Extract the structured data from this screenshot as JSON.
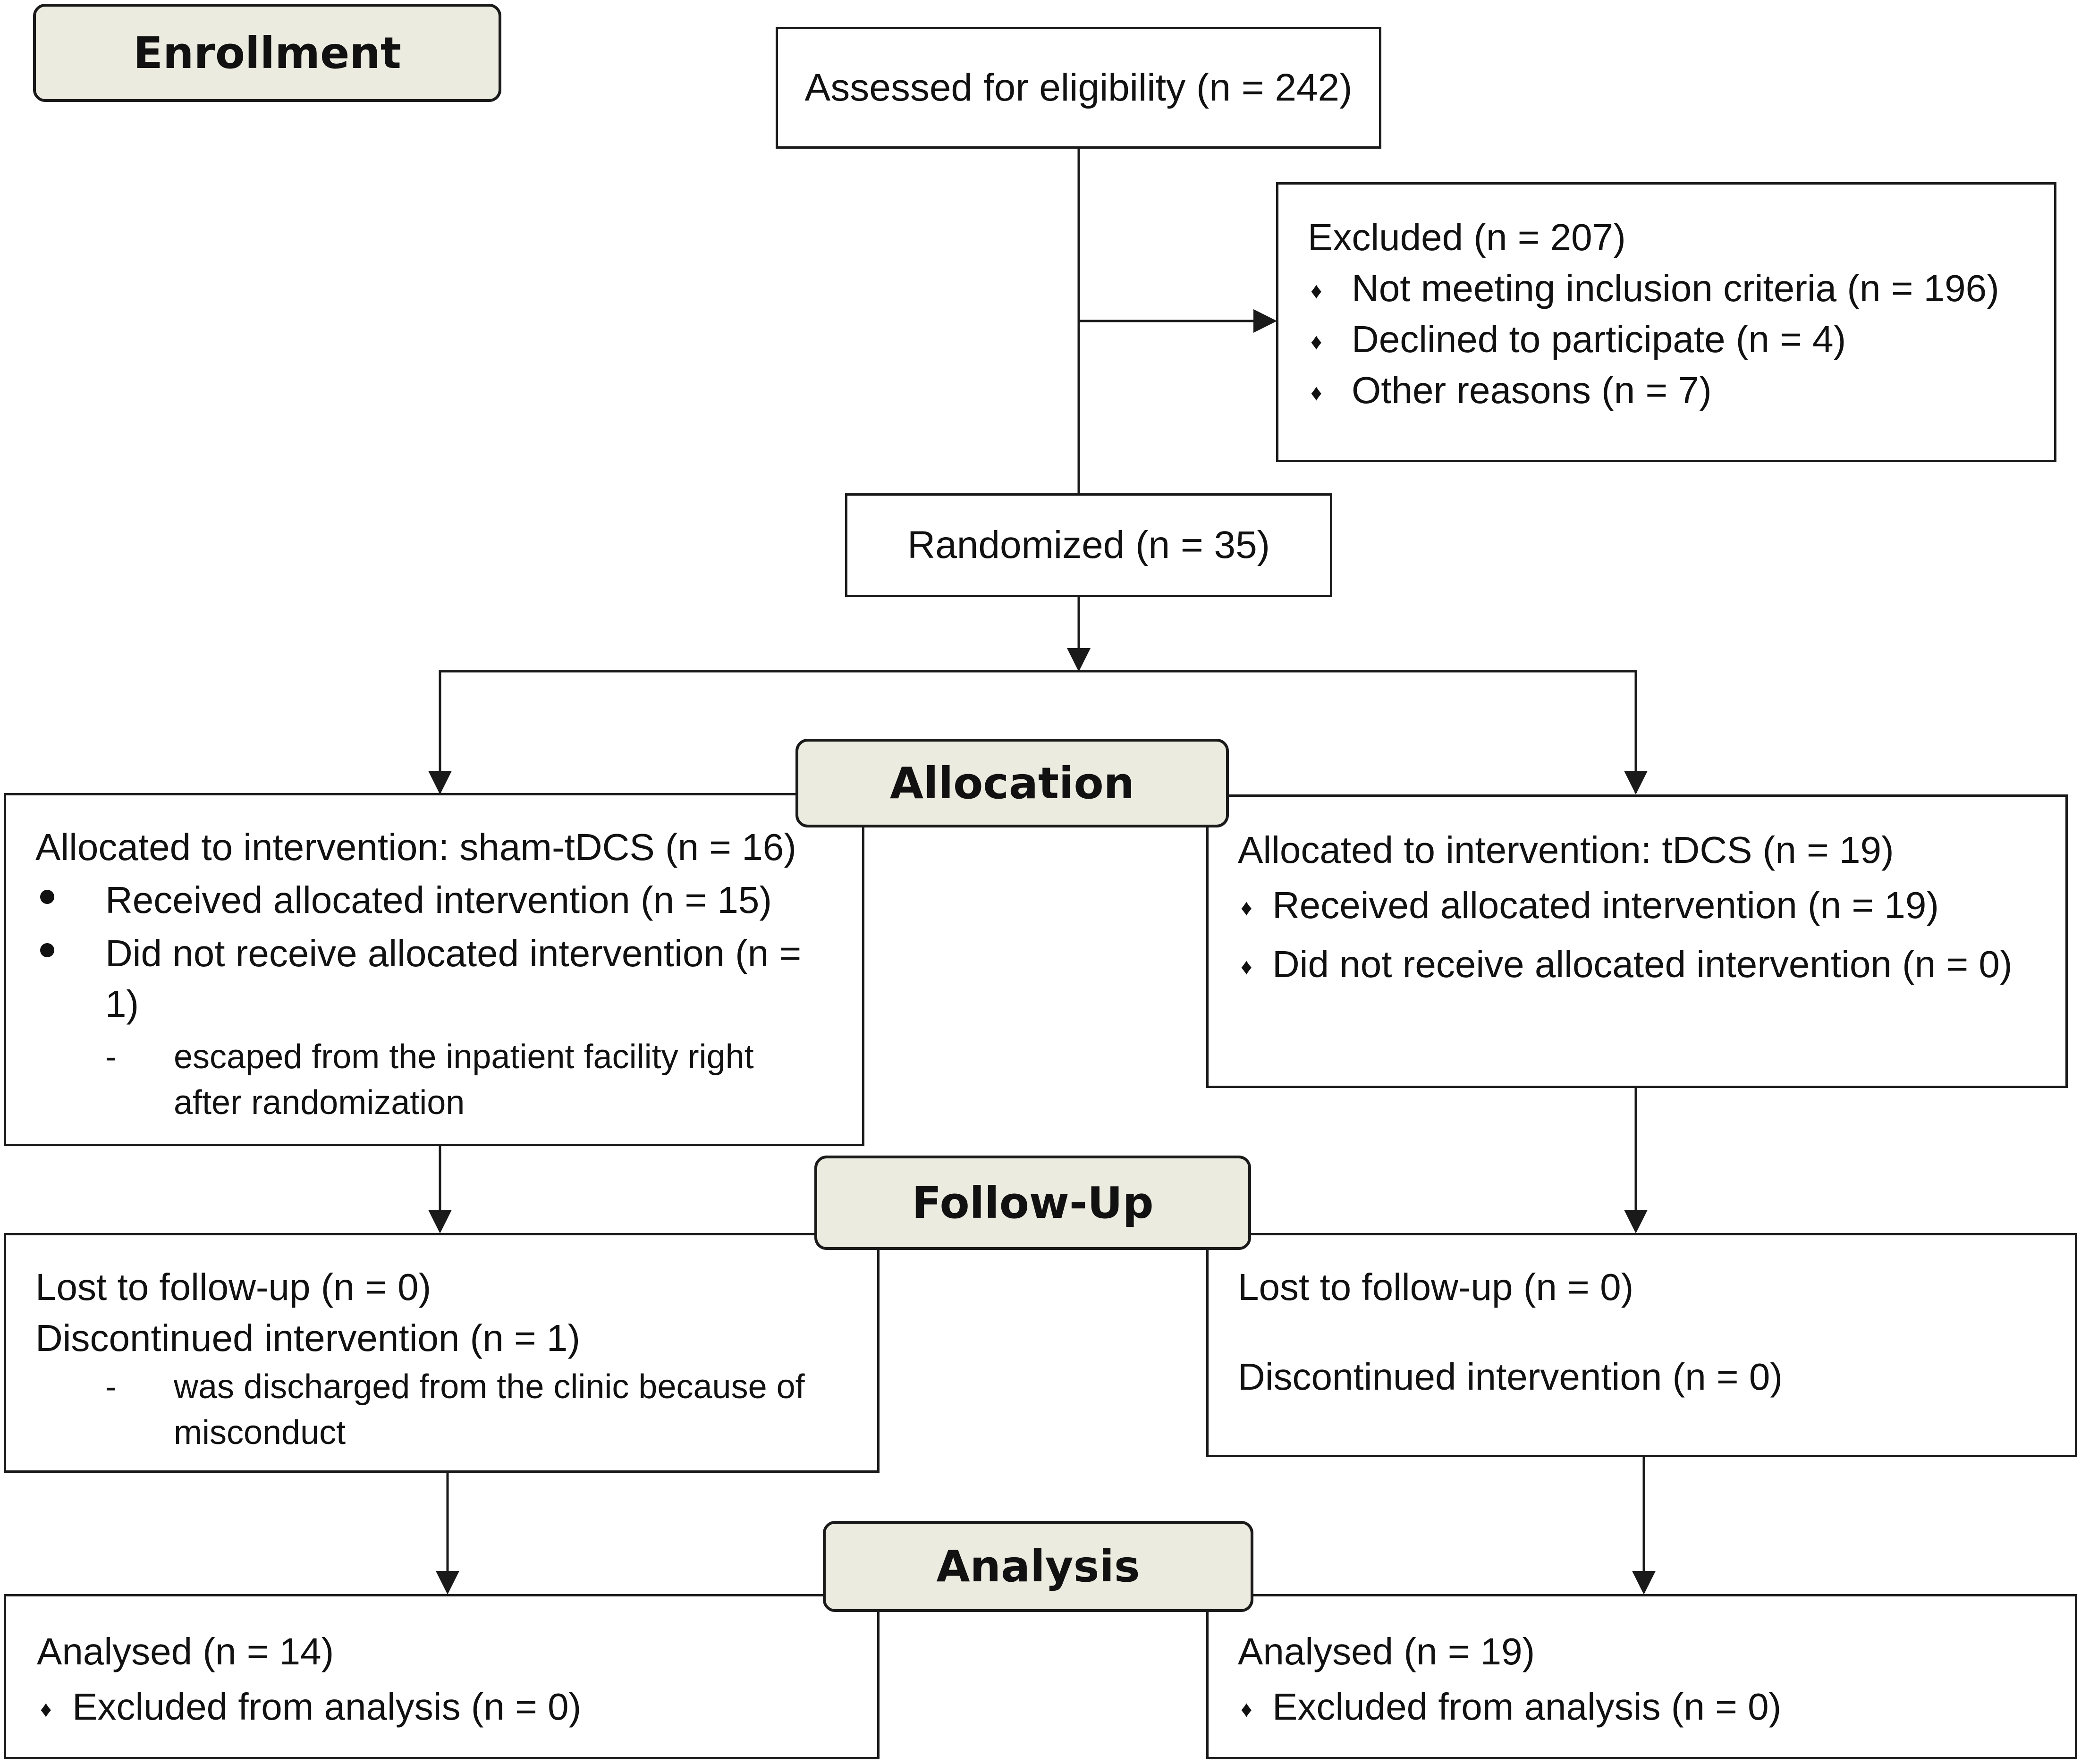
{
  "stages": {
    "enrollment": "Enrollment",
    "allocation": "Allocation",
    "followup": "Follow-Up",
    "analysis": "Analysis"
  },
  "assessed": "Assessed for eligibility (n = 242)",
  "excluded": {
    "title": "Excluded (n = 207)",
    "items": [
      "Not meeting inclusion criteria (n = 196)",
      "Declined to participate (n = 4)",
      "Other reasons (n = 7)"
    ]
  },
  "randomized": "Randomized (n = 35)",
  "bullet_diamond": "♦",
  "dash": "-",
  "left_alloc": {
    "title": "Allocated to intervention: sham-tDCS (n = 16)",
    "item1": "Received allocated intervention (n = 15)",
    "item2_line1": "Did not receive allocated intervention (n =",
    "item2_line2": "1)",
    "note_line1": "escaped from the inpatient facility right",
    "note_line2": "after randomization"
  },
  "right_alloc": {
    "title": "Allocated to intervention: tDCS (n = 19)",
    "item1": "Received allocated intervention (n = 19)",
    "item2": "Did not receive allocated intervention (n = 0)"
  },
  "left_followup": {
    "lost": "Lost to follow-up (n = 0)",
    "discontinued": "Discontinued intervention (n = 1)",
    "note_line1": "was discharged from the clinic because of",
    "note_line2": "misconduct"
  },
  "right_followup": {
    "lost": "Lost to follow-up (n = 0)",
    "discontinued": "Discontinued intervention (n = 0)"
  },
  "left_analysis": {
    "analysed": "Analysed (n = 14)",
    "excluded": "Excluded from analysis (n = 0)"
  },
  "right_analysis": {
    "analysed": "Analysed (n = 19)",
    "excluded": "Excluded from analysis (n = 0)"
  }
}
